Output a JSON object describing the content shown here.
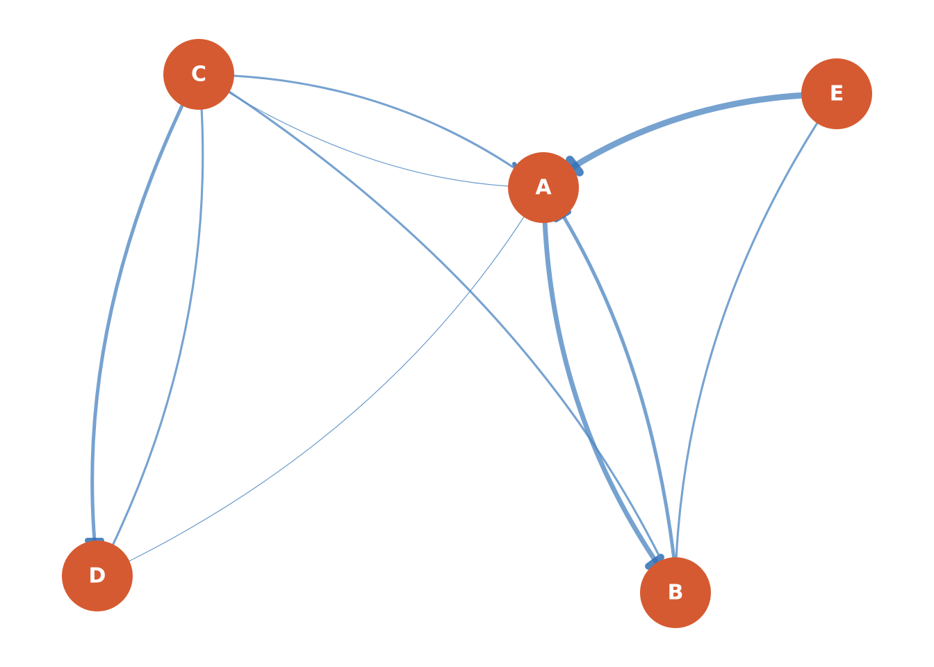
{
  "style": {
    "node_color": "#d65a31",
    "edge_color": "#4f88c3",
    "arrow_color": "#2f6fb5",
    "label_color": "#ffffff"
  },
  "nodes": [
    {
      "id": "A",
      "label": "A"
    },
    {
      "id": "B",
      "label": "B"
    },
    {
      "id": "C",
      "label": "C"
    },
    {
      "id": "D",
      "label": "D"
    },
    {
      "id": "E",
      "label": "E"
    }
  ],
  "edges": [
    {
      "source": "E",
      "target": "A",
      "weight": 5
    },
    {
      "source": "A",
      "target": "B",
      "weight": 4
    },
    {
      "source": "B",
      "target": "A",
      "weight": 3
    },
    {
      "source": "C",
      "target": "D",
      "weight": 3
    },
    {
      "source": "C",
      "target": "A",
      "weight": 2
    },
    {
      "source": "A",
      "target": "C",
      "weight": 1
    },
    {
      "source": "C",
      "target": "B",
      "weight": 2
    },
    {
      "source": "D",
      "target": "C",
      "weight": 2
    },
    {
      "source": "E",
      "target": "B",
      "weight": 2
    },
    {
      "source": "A",
      "target": "D",
      "weight": 1
    }
  ]
}
